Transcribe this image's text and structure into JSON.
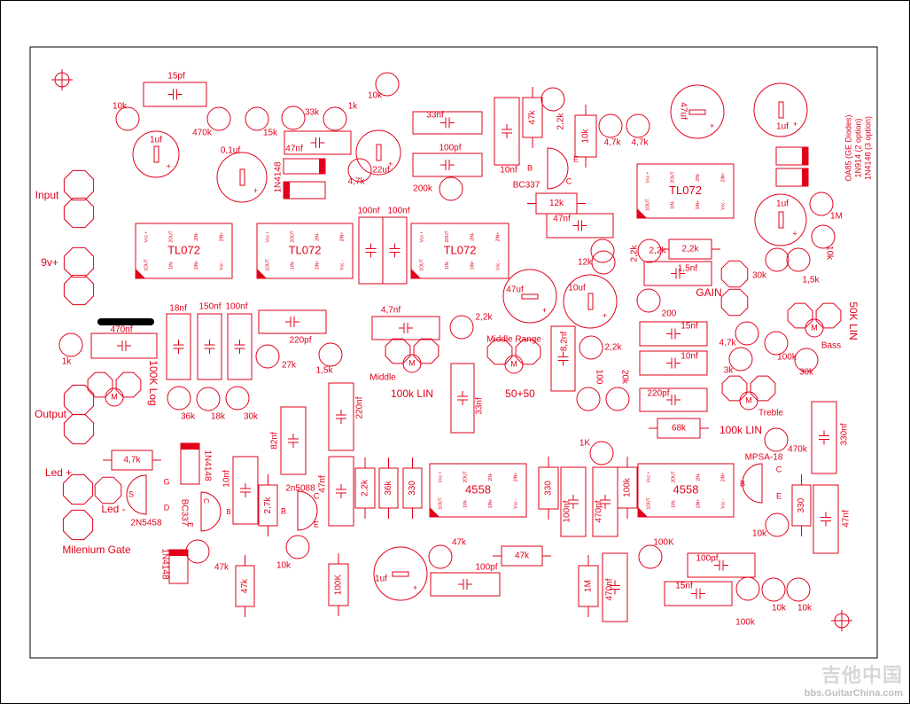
{
  "board": {
    "labels": {
      "input": "Input",
      "nine_v": "9v+",
      "output": "Output",
      "led_plus": "Led +",
      "led_minus": "Led -",
      "milenium_gate": "Milenium Gate",
      "gain": "GAIN",
      "bass": "Bass",
      "middle": "Middle",
      "treble": "Treble",
      "middle_range": "Middle Range",
      "fifty_fifty": "50+50",
      "hundredk_lin_mid": "100k LIN",
      "hundredk_lin_treble": "100k LIN",
      "fiftyk_lin": "50K LIN",
      "hundredk_log": "100K Log",
      "diode_note_1": "OA85 (GE Diodes)",
      "diode_note_2": "1N914 (2 option)",
      "diode_note_3": "1N4148 (3 option)"
    },
    "ics": [
      "TL072",
      "TL072",
      "TL072",
      "TL072",
      "4558",
      "4558"
    ],
    "pins": {
      "vcc_plus": "Vcc +",
      "out2": "2OUT",
      "in2m": "2IN-",
      "in2p": "2IN+",
      "out1": "1OUT",
      "in1m": "1IN-",
      "in1p": "1IN+",
      "vcc_minus": "Vcc -"
    },
    "transistors": {
      "bc337_a": "BC337",
      "bc337_b": "BC337",
      "twon5088": "2n5088",
      "twon5458": "2N5458",
      "mpsa18": "MPSA-18"
    },
    "pin_letters": {
      "b": "B",
      "c": "C",
      "e": "E",
      "s": "S",
      "d": "D",
      "g": "G",
      "m": "M"
    },
    "diode_name": "1N4148",
    "values": {
      "c15pf": "15pf",
      "r10k_a": "10k",
      "c1uf_a": "1uf",
      "r470k_a": "470k",
      "c01uf": "0,1uf",
      "r15k_a": "15k",
      "r33k": "33k",
      "r1k_a": "1k",
      "c47nf_a": "47nf",
      "c22uf": "22uf",
      "r4_7k_a": "4,7k",
      "r10k_b": "10k",
      "c33nf_a": "33nf",
      "c100pf_a": "100pf",
      "r200k": "200k",
      "c10nf_a": "10nf",
      "r47k_a": "47k",
      "r2_2k_a": "2,2k",
      "r10k_c": "10k",
      "r4_7k_b": "4,7k",
      "r4_7k_c": "4,7k",
      "c47uf_a": "47uf",
      "c1uf_b": "1uf",
      "c1uf_c": "1uf",
      "r1m_a": "1M",
      "r10k_d": "10k",
      "r12k_a": "12k",
      "c47nf_b": "47nf",
      "c100nf_a": "100nf",
      "c100nf_b": "100nf",
      "r2_2k_b": "2,2k",
      "r12k_b": "12k",
      "r2_2k_c": "2,2k",
      "c1_5nf": "1,5nf",
      "r30k_a": "30k",
      "r1_5k_a": "1,5k",
      "c47uf_b": "47uf",
      "c10uf": "10uf",
      "r200": "200",
      "c18nf": "18nf",
      "c150nf": "150nf",
      "c100nf_c": "100nf",
      "c220pf_a": "220pf",
      "c470nf_a": "470nf",
      "r1k_b": "1k",
      "r27k": "27k",
      "r1_5k_b": "1,5k",
      "c4_7nf": "4,7nf",
      "r2_2k_d": "2,2k",
      "c8_2nf": "8,2nf",
      "r2_2k_e": "2,2k",
      "c15nf_a": "15nf",
      "c10nf_b": "10nf",
      "r4_7k_d": "4,7k",
      "r100k_a": "100k",
      "r3k": "3k",
      "r30k_b": "30k",
      "r36k_a": "36k",
      "r18k": "18k",
      "r30k_c": "30k",
      "c33nf_b": "33nf",
      "r100": "100",
      "r20k": "20k",
      "c220pf_b": "220pf",
      "r68k": "68k",
      "c220nf": "220nf",
      "c82nf": "82nf",
      "c330nf": "330nf",
      "r470k_b": "470k",
      "r4_7k_e": "4,7k",
      "c10nf_c": "10nf",
      "r2_7k": "2,7k",
      "c47nf_c": "47nf",
      "r2_2k_f": "2,2k",
      "r36k_b": "36k",
      "r330_a": "330",
      "r1k_c": "1K",
      "r330_b": "330",
      "c100nf_d": "100nf",
      "c470pf": "470pf",
      "r100k_b": "100k",
      "r330_c": "330",
      "c47nf_d": "47nf",
      "r10k_e": "10k",
      "r47k_b": "47k",
      "r47k_c": "47k",
      "r10k_f": "10k",
      "r100k_c": "100K",
      "c1uf_d": "1uf",
      "c100pf_b": "100pf",
      "r47k_d": "47k",
      "r1m_b": "1M",
      "c470nf_b": "470nf",
      "r100k_d": "100K",
      "c100pf_c": "100pf",
      "c15nf_b": "15nf",
      "r100k_e": "100k",
      "r10k_g": "10k",
      "r10k_h": "10k"
    }
  },
  "colors": {
    "trace": "#e2001a",
    "pad_fill": "#ffffff",
    "silk": "#e2001a",
    "outline": "#000000",
    "marker": "#000000"
  },
  "watermark": {
    "title": "吉他中国",
    "url": "bbs.GuitarChina.com"
  }
}
